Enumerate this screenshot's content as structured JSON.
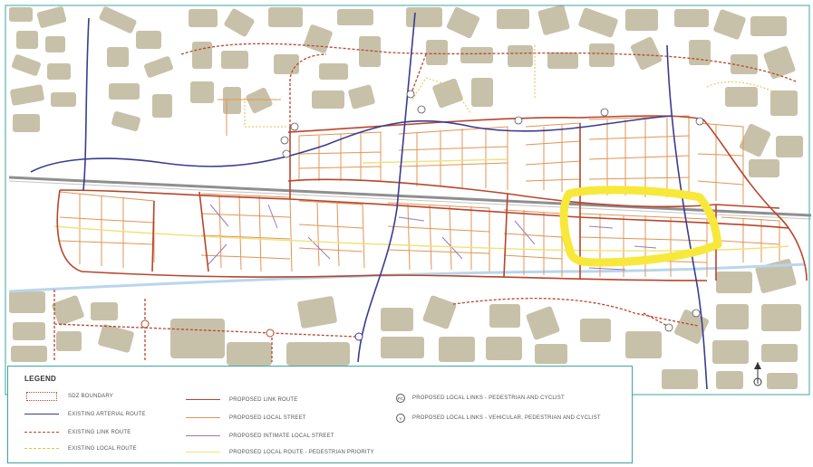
{
  "map": {
    "colors": {
      "building": "#c8c1a9",
      "background": "#ffffff",
      "arterial": "#3b3c8f",
      "link": "#b8452c",
      "local": "#e09554",
      "intimate": "#9b78c0",
      "pedestrian": "#f0e27a",
      "rail": "#8f8f8f",
      "canal": "#b9d6ec",
      "highlight": "#f7e83a",
      "frame": "#3aa7a0"
    }
  },
  "legend": {
    "title": "LEGEND",
    "items": [
      {
        "label": "SDZ BOUNDARY",
        "style": "boundary"
      },
      {
        "label": "EXISTING ARTERIAL ROUTE",
        "style": "arterial"
      },
      {
        "label": "EXISTING LINK ROUTE",
        "style": "existing-link"
      },
      {
        "label": "EXISTING LOCAL ROUTE",
        "style": "existing-local"
      },
      {
        "label": "PROPOSED LINK ROUTE",
        "style": "proposed-link"
      },
      {
        "label": "PROPOSED LOCAL STREET",
        "style": "proposed-local"
      },
      {
        "label": "PROPOSED INTIMATE LOCAL STREET",
        "style": "intimate"
      },
      {
        "label": "PROPOSED LOCAL ROUTE - PEDESTRIAN PRIORITY",
        "style": "pedestrian"
      },
      {
        "label": "PROPOSED LOCAL LINKS - PEDESTRIAN AND CYCLIST",
        "style": "pc",
        "symbol": "PC"
      },
      {
        "label": "PROPOSED LOCAL LINKS - VEHICULAR, PEDESTRIAN AND CYCLIST",
        "style": "v",
        "symbol": "V"
      }
    ]
  }
}
